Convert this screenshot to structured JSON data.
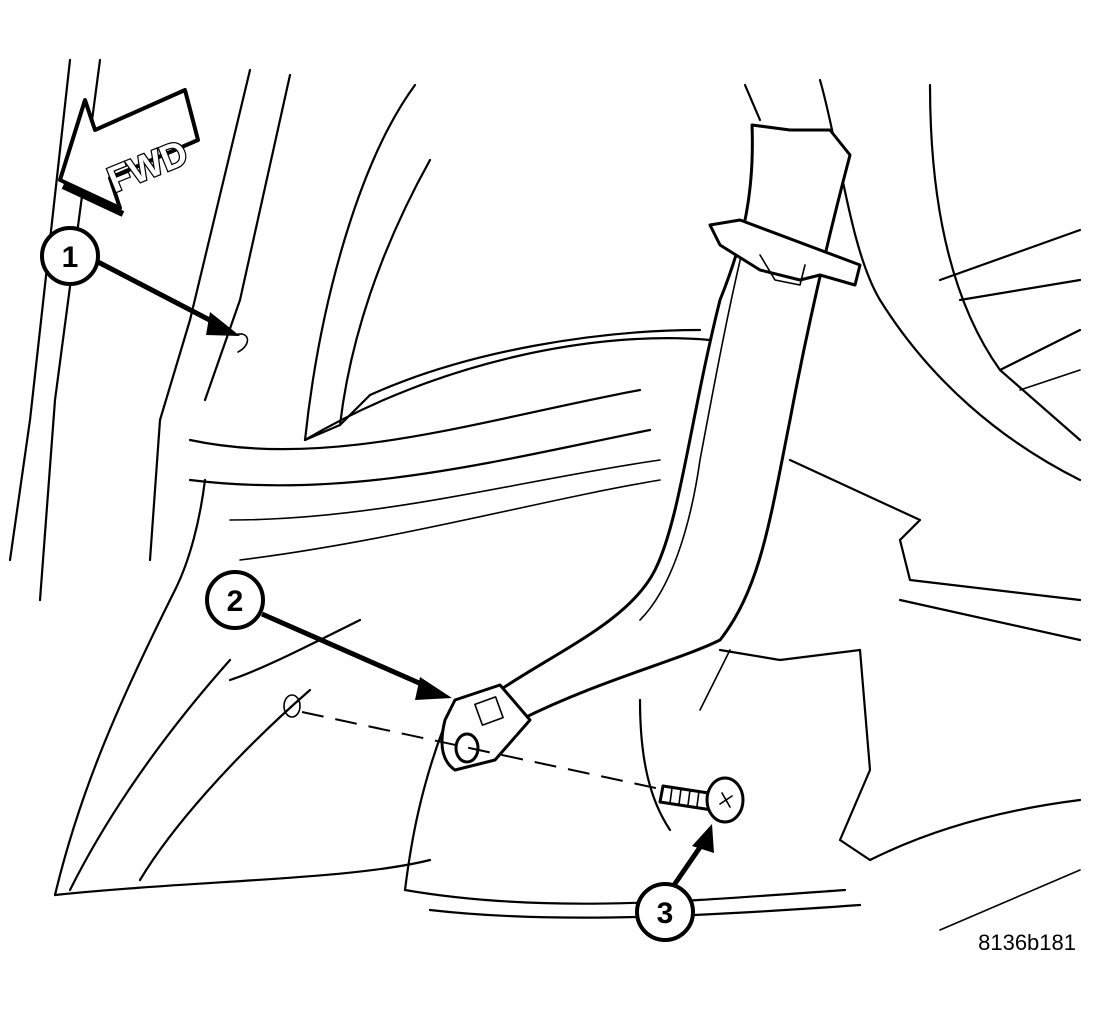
{
  "figure": {
    "direction_label": "FWD",
    "figure_code": "8136b181",
    "callouts": [
      {
        "number": "1"
      },
      {
        "number": "2"
      },
      {
        "number": "3"
      }
    ]
  }
}
